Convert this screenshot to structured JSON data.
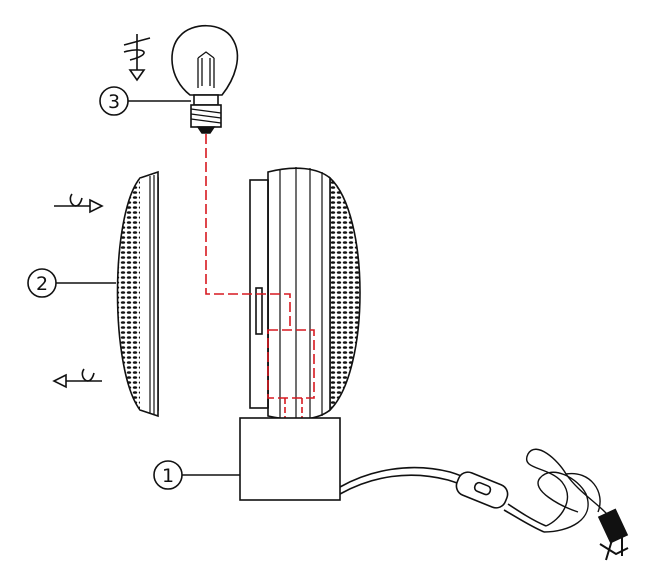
{
  "callouts": [
    {
      "number": "1",
      "part": "base"
    },
    {
      "number": "2",
      "part": "front-shade"
    },
    {
      "number": "3",
      "part": "light-bulb"
    }
  ],
  "colors": {
    "line": "#111111",
    "wiring": "#d71920",
    "background": "#ffffff"
  },
  "arrows": [
    {
      "part": "bulb",
      "motion": "screw-in-rotate-down"
    },
    {
      "part": "front-shade",
      "motion": "rotate-right"
    },
    {
      "part": "front-shade",
      "motion": "rotate-left"
    }
  ]
}
